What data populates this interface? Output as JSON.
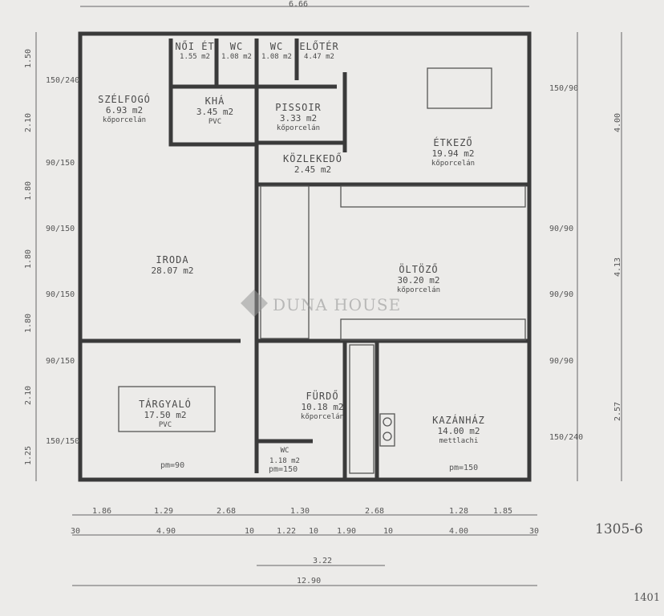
{
  "rooms": [
    {
      "name": "SZÉLFOGÓ",
      "area": "6.93 m2",
      "floor": "kőporcelán"
    },
    {
      "name": "NŐI ÉT",
      "area": "1.55 m2",
      "floor": ""
    },
    {
      "name": "WC",
      "area": "1.08 m2",
      "floor": ""
    },
    {
      "name": "WC",
      "area": "1.08 m2",
      "floor": ""
    },
    {
      "name": "ELŐTÉR",
      "area": "4.47 m2",
      "floor": ""
    },
    {
      "name": "KHÁ",
      "area": "3.45 m2",
      "floor": "PVC"
    },
    {
      "name": "PISSOIR",
      "area": "3.33 m2",
      "floor": "kőporcelán"
    },
    {
      "name": "KÖZLEKEDŐ",
      "area": "2.45 m2",
      "floor": ""
    },
    {
      "name": "ÉTKEZŐ",
      "area": "19.94 m2",
      "floor": "kőporcelán"
    },
    {
      "name": "IRODA",
      "area": "28.07 m2",
      "floor": ""
    },
    {
      "name": "ÖLTÖZŐ",
      "area": "30.20 m2",
      "floor": "kőporcelán"
    },
    {
      "name": "TÁRGYALÓ",
      "area": "17.50 m2",
      "floor": "PVC"
    },
    {
      "name": "FÜRDŐ",
      "area": "10.18 m2",
      "floor": "kőporcelán"
    },
    {
      "name": "WC",
      "area": "1.18 m2",
      "floor": ""
    },
    {
      "name": "KAZÁNHÁZ",
      "area": "14.00 m2",
      "floor": "mettlachi"
    }
  ],
  "dimensions": {
    "top": "6.66",
    "bottom_row1": [
      "1.86",
      "1.29",
      "2.68",
      "1.30",
      "2.68",
      "1.28",
      "1.85"
    ],
    "bottom_row2": [
      "30",
      "4.90",
      "10",
      "1.22",
      "10",
      "1.90",
      "10",
      "4.00",
      "30"
    ],
    "bottom_mid": "3.22",
    "bottom_total": "12.90",
    "left": [
      "1.50",
      "2.10",
      "1.80",
      "1.80",
      "1.80",
      "2.10",
      "1.25"
    ],
    "right": [
      "4.00",
      "4.13",
      "2.57"
    ],
    "windows_left": [
      "150/240",
      "90/150",
      "90/150",
      "90/150",
      "90/150",
      "150/150"
    ],
    "windows_right": [
      "150/90",
      "90/90",
      "90/90",
      "90/90",
      "150/240"
    ]
  },
  "notes": {
    "sill1": "pm=90",
    "sill2": "pm=150",
    "sill3": "pm=150"
  },
  "handwritten": [
    "1305-6",
    "1401"
  ],
  "watermark": "DUNA HOUSE"
}
